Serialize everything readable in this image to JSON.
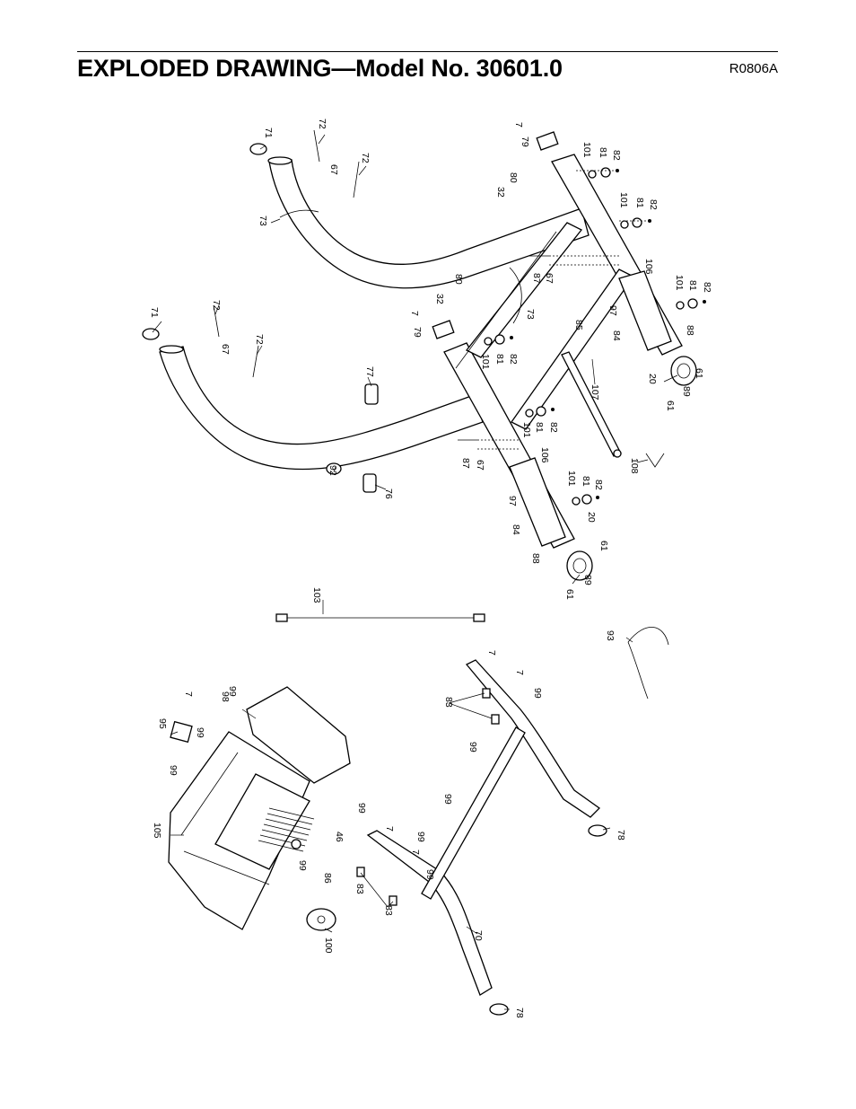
{
  "header": {
    "title": "EXPLODED DRAWING—Model No. 30601.0",
    "drawing_code": "R0806A"
  },
  "callouts": {
    "c1": "71",
    "c2": "72",
    "c3": "67",
    "c4": "72",
    "c5": "73",
    "c6": "7",
    "c7": "79",
    "c8": "80",
    "c9": "32",
    "c10": "101",
    "c11": "81",
    "c12": "82",
    "c13": "101",
    "c14": "81",
    "c15": "82",
    "c16": "71",
    "c17": "72",
    "c18": "67",
    "c19": "72",
    "c20": "87",
    "c21": "67",
    "c22": "106",
    "c23": "101",
    "c24": "81",
    "c25": "82",
    "c26": "80",
    "c27": "32",
    "c28": "7",
    "c29": "79",
    "c30": "73",
    "c31": "85",
    "c32": "97",
    "c33": "88",
    "c34": "84",
    "c35": "101",
    "c36": "81",
    "c37": "82",
    "c38": "77",
    "c39": "20",
    "c40": "61",
    "c41": "89",
    "c42": "61",
    "c43": "107",
    "c44": "101",
    "c45": "81",
    "c46": "82",
    "c47": "87",
    "c48": "67",
    "c49": "106",
    "c50": "108",
    "c51": "92",
    "c52": "76",
    "c53": "97",
    "c54": "101",
    "c55": "81",
    "c56": "82",
    "c57": "20",
    "c58": "84",
    "c59": "61",
    "c60": "88",
    "c61": "89",
    "c62": "61",
    "c63": "103",
    "c64": "93",
    "c65": "7",
    "c66": "7",
    "c67": "99",
    "c68": "83",
    "c69": "99",
    "c70": "7",
    "c71": "99",
    "c72": "98",
    "c73": "95",
    "c74": "99",
    "c75": "99",
    "c76": "105",
    "c77": "99",
    "c78": "46",
    "c79": "99",
    "c80": "7",
    "c81": "99",
    "c82": "7",
    "c83": "99",
    "c84": "78",
    "c85": "99",
    "c86": "86",
    "c87": "83",
    "c88": "83",
    "c89": "100",
    "c90": "70",
    "c91": "78"
  }
}
